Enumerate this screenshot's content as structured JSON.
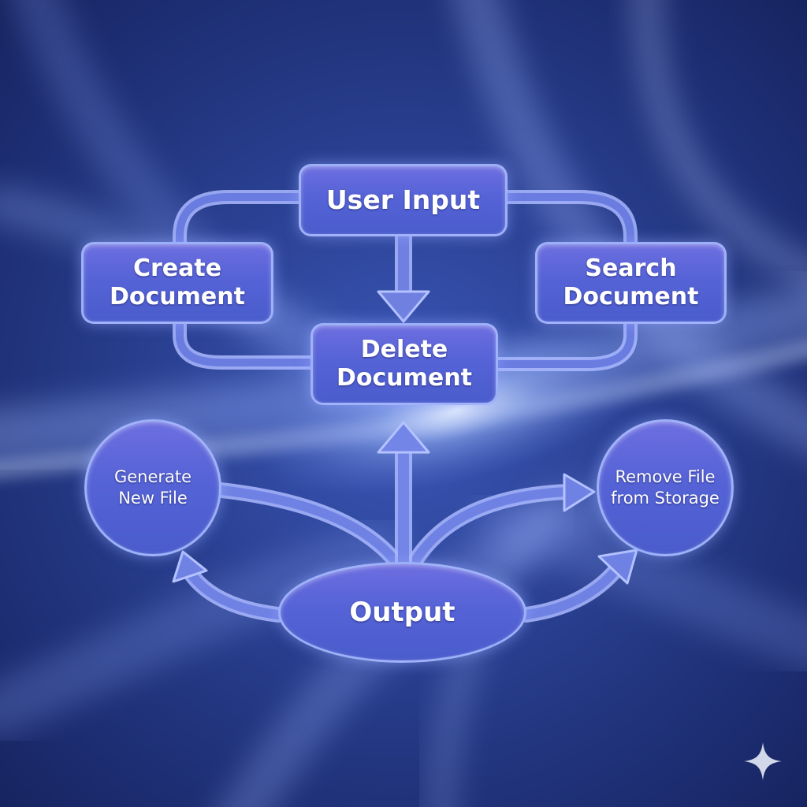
{
  "diagram": {
    "nodes": {
      "user_input": "User Input",
      "create_document": [
        "Create",
        "Document"
      ],
      "search_document": [
        "Search",
        "Document"
      ],
      "delete_document": [
        "Delete",
        "Document"
      ],
      "generate_new_file": [
        "Generate",
        "New File"
      ],
      "remove_file": [
        "Remove File",
        "from Storage"
      ],
      "output": "Output"
    },
    "colors": {
      "background_dark": "#1b2a6b",
      "node_fill": "#5563d6",
      "node_border": "#aabeff",
      "connector": "#7f8ee8"
    },
    "watermark_icon": "sparkle-icon"
  }
}
